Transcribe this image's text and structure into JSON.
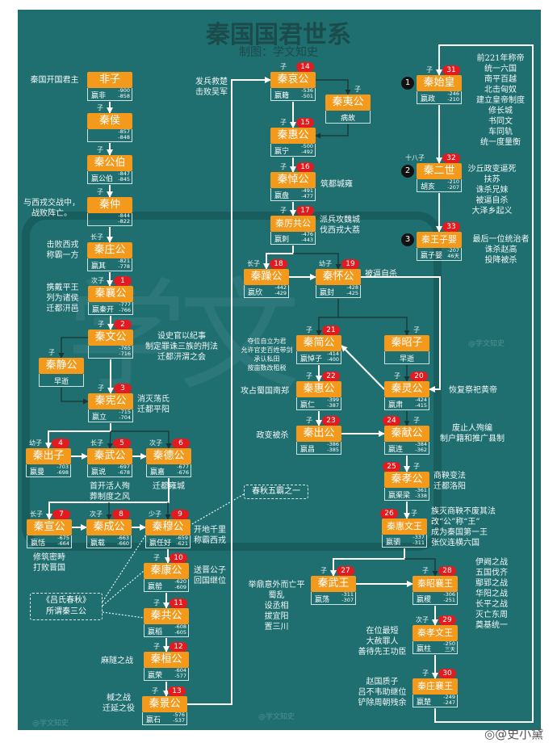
{
  "title": "秦国国君世系",
  "subtitle": "制图：学文知史",
  "colors": {
    "background": "#1f6f71",
    "node_header": "#f39a1c",
    "badge": "#e11b1f",
    "emperor_marker": "#111111",
    "title": "#1b4b4b"
  },
  "watermark_seal": "学文知史",
  "watermarks": [
    "@学文知史",
    "@学文知史",
    "@学文知史"
  ],
  "footer": "@史小黛",
  "callouts": {
    "lushi": [
      "《吕氏春秋》",
      "所谓秦三公"
    ],
    "wuba": [
      "春秋五霸之一"
    ]
  },
  "nodes": [
    {
      "name": "非子",
      "personal": "嬴非",
      "years": [
        "-900",
        "-858"
      ],
      "note": [
        "秦国开国君主"
      ]
    },
    {
      "name": "秦侯",
      "personal": "",
      "years": [
        "-857",
        "-848"
      ],
      "rel": "子"
    },
    {
      "name": "秦公伯",
      "personal": "嬴公伯",
      "years": [
        "-847",
        "-845"
      ],
      "rel": "子"
    },
    {
      "name": "秦仲",
      "personal": "",
      "years": [
        "-844",
        "-822"
      ],
      "rel": "子",
      "note": [
        "与西戎交战中，",
        "战败阵亡。"
      ]
    },
    {
      "name": "秦庄公",
      "personal": "嬴其",
      "years": [
        "-821",
        "-778"
      ],
      "rel": "长子",
      "note": [
        "击败西戎",
        "称霸一方"
      ]
    },
    {
      "name": "秦襄公",
      "personal": "嬴秦开",
      "years": [
        "-777",
        "-766"
      ],
      "badge": "1",
      "rel": "次子",
      "note": [
        "携戴平王",
        "列为诸侯",
        "迁都汧邑"
      ]
    },
    {
      "name": "秦文公",
      "personal": "",
      "years": [
        "-765",
        "-716"
      ],
      "badge": "2",
      "rel": "子",
      "note": [
        "设史官以纪事",
        "制定罪诛三族的刑法",
        "迁都汧渭之会"
      ]
    },
    {
      "name": "秦静公",
      "personal": "早逝",
      "years": [],
      "rel": "子"
    },
    {
      "name": "秦宪公",
      "personal": "嬴立",
      "years": [
        "-715",
        "-704"
      ],
      "badge": "3",
      "rel": "子",
      "note": [
        "消灭荡氏",
        "迁都平阳"
      ]
    },
    {
      "name": "秦出子",
      "personal": "嬴曼",
      "years": [
        "-703",
        "-698"
      ],
      "badge": "4",
      "rel": "幼子"
    },
    {
      "name": "秦武公",
      "personal": "嬴说",
      "years": [
        "-697",
        "-678"
      ],
      "badge": "5",
      "rel": "长子",
      "note": [
        "首开活人殉",
        "葬制度之风"
      ]
    },
    {
      "name": "秦德公",
      "personal": "嬴嘉",
      "years": [
        "-677",
        "-676"
      ],
      "badge": "6",
      "rel": "次子",
      "note": [
        "迁都雍城"
      ]
    },
    {
      "name": "秦宣公",
      "personal": "嬴恬",
      "years": [
        "-675",
        "-664"
      ],
      "badge": "7",
      "rel": "长子",
      "note": [
        "修筑密畤",
        "打败晋国"
      ]
    },
    {
      "name": "秦成公",
      "personal": "嬴载",
      "years": [
        "-663",
        "-660"
      ],
      "badge": "8",
      "rel": "次子"
    },
    {
      "name": "秦穆公",
      "personal": "嬴任好",
      "years": [
        "-659",
        "-621"
      ],
      "badge": "9",
      "rel": "少子",
      "note": [
        "开地千里",
        "称霸西戎"
      ]
    },
    {
      "name": "秦康公",
      "personal": "嬴罃",
      "years": [
        "-620",
        "-609"
      ],
      "badge": "10",
      "rel": "子",
      "note": [
        "送晋公子",
        "回国继位"
      ]
    },
    {
      "name": "秦共公",
      "personal": "嬴稻",
      "years": [
        "-608",
        "-605"
      ],
      "badge": "11",
      "rel": "子"
    },
    {
      "name": "秦桓公",
      "personal": "嬴荣",
      "years": [
        "-604",
        "-577"
      ],
      "badge": "12",
      "rel": "子",
      "note": [
        "麻隧之战"
      ]
    },
    {
      "name": "秦景公",
      "personal": "嬴石",
      "years": [
        "-576",
        "-537"
      ],
      "badge": "13",
      "rel": "子",
      "note": [
        "棫之战",
        "迁延之役"
      ]
    },
    {
      "name": "秦哀公",
      "personal": "嬴籍",
      "years": [
        "-536",
        "-501"
      ],
      "badge": "14",
      "rel": "子",
      "note": [
        "发兵救楚",
        "击败吴军"
      ]
    },
    {
      "name": "秦夷公",
      "personal": "病故",
      "years": [],
      "rel": "子"
    },
    {
      "name": "秦惠公",
      "personal": "嬴宁",
      "years": [
        "-500",
        "-492"
      ],
      "badge": "15",
      "rel": "子"
    },
    {
      "name": "秦悼公",
      "personal": "嬴盘",
      "years": [
        "-491",
        "-477"
      ],
      "badge": "16",
      "rel": "子",
      "note": [
        "筑都城雍"
      ]
    },
    {
      "name": "秦厉共公",
      "personal": "嬴刺",
      "years": [
        "-476",
        "-443"
      ],
      "badge": "17",
      "rel": "子",
      "note": [
        "派兵攻魏城",
        "伐西戎大荔"
      ]
    },
    {
      "name": "秦躁公",
      "personal": "嬴欣",
      "years": [
        "-442",
        "-429"
      ],
      "badge": "18",
      "rel": "长子"
    },
    {
      "name": "秦怀公",
      "personal": "嬴封",
      "years": [
        "-428",
        "-425"
      ],
      "badge": "19",
      "rel": "幼子",
      "note": [
        "被逼自杀"
      ]
    },
    {
      "name": "秦昭子",
      "personal": "早逝",
      "years": [],
      "rel": "子"
    },
    {
      "name": "秦灵公",
      "personal": "嬴肃",
      "years": [
        "-424",
        "-415"
      ],
      "badge": "20",
      "rel": "子",
      "note": [
        "恢复祭祀黄帝"
      ]
    },
    {
      "name": "秦简公",
      "personal": "嬴悼子",
      "years": [
        "-414",
        "-400"
      ],
      "badge": "21",
      "rel": "子",
      "note": [
        "夺位自立为君",
        "允许官吏百姓带剑",
        "承认私田",
        "按亩数改租税"
      ]
    },
    {
      "name": "秦惠公",
      "personal": "嬴仁",
      "years": [
        "-399",
        "-387"
      ],
      "badge": "22",
      "rel": "子",
      "note": [
        "攻占蜀国南郑"
      ]
    },
    {
      "name": "秦出公",
      "personal": "嬴昌",
      "years": [
        "-386",
        "-385"
      ],
      "badge": "23",
      "rel": "子",
      "note": [
        "政变被杀"
      ]
    },
    {
      "name": "秦献公",
      "personal": "嬴连",
      "years": [
        "-384",
        "-362"
      ],
      "badge": "24",
      "rel": "子",
      "note": [
        "废止人殉编",
        "制户籍和推广县制"
      ]
    },
    {
      "name": "秦孝公",
      "personal": "嬴渠梁",
      "years": [
        "-361",
        "-338"
      ],
      "badge": "25",
      "rel": "子",
      "note": [
        "商鞅变法",
        "迁都洛阳"
      ]
    },
    {
      "name": "秦惠文王",
      "personal": "嬴驷",
      "years": [
        "-337",
        "-311"
      ],
      "badge": "26",
      "rel": "子",
      "note": [
        "族灭商鞅不废其法",
        "改“公”称“王”",
        "成为秦国第一王",
        "张仪连横六国"
      ]
    },
    {
      "name": "秦武王",
      "personal": "嬴荡",
      "years": [
        "-311",
        "-307"
      ],
      "badge": "27",
      "rel": "子",
      "note": [
        "举鼎意外而亡平",
        "蜀乱",
        "设丞相",
        "拔宜阳",
        "置三川"
      ]
    },
    {
      "name": "秦昭襄王",
      "personal": "嬴稷",
      "years": [
        "-306",
        "-251"
      ],
      "badge": "28",
      "rel": "子",
      "note": [
        "伊阙之战",
        "五国伐齐",
        "鄢郢之战",
        "华阳之战",
        "长平之战",
        "灭亡东周",
        "奠基统一"
      ]
    },
    {
      "name": "秦孝文王",
      "personal": "嬴柱",
      "years": [
        "-250",
        "三天"
      ],
      "badge": "29",
      "rel": "次子",
      "note": [
        "在位最短",
        "大赦罪人",
        "善待先王功臣"
      ]
    },
    {
      "name": "秦庄襄王",
      "personal": "嬴楚",
      "years": [
        "-249",
        "-247"
      ],
      "badge": "30",
      "rel": "子",
      "note": [
        "赵国质子",
        "吕不韦助继位",
        "铲除周朝残余"
      ]
    },
    {
      "name": "秦始皇",
      "personal": "嬴政",
      "years": [
        "-246",
        "-210"
      ],
      "badge": "31",
      "emperor": "1",
      "rel": "子",
      "note": [
        "前221年称帝",
        "统一六国",
        "南平百越",
        "北击匈奴",
        "建立皇帝制度",
        "修长城",
        "书同文",
        "车同轨",
        "统一度量衡"
      ]
    },
    {
      "name": "秦二世",
      "personal": "胡亥",
      "years": [
        "-210",
        "-207"
      ],
      "badge": "32",
      "emperor": "2",
      "rel": "十八子",
      "note": [
        "沙丘政变逼死",
        "扶苏",
        "诛杀兄妹",
        "被逼自杀",
        "大泽乡起义"
      ]
    },
    {
      "name": "秦王子婴",
      "personal": "嬴子婴",
      "years": [
        "-207",
        "46天"
      ],
      "badge": "33",
      "emperor": "3",
      "note": [
        "最后一位统治者",
        "诛杀赵高",
        "投降被杀"
      ]
    }
  ]
}
